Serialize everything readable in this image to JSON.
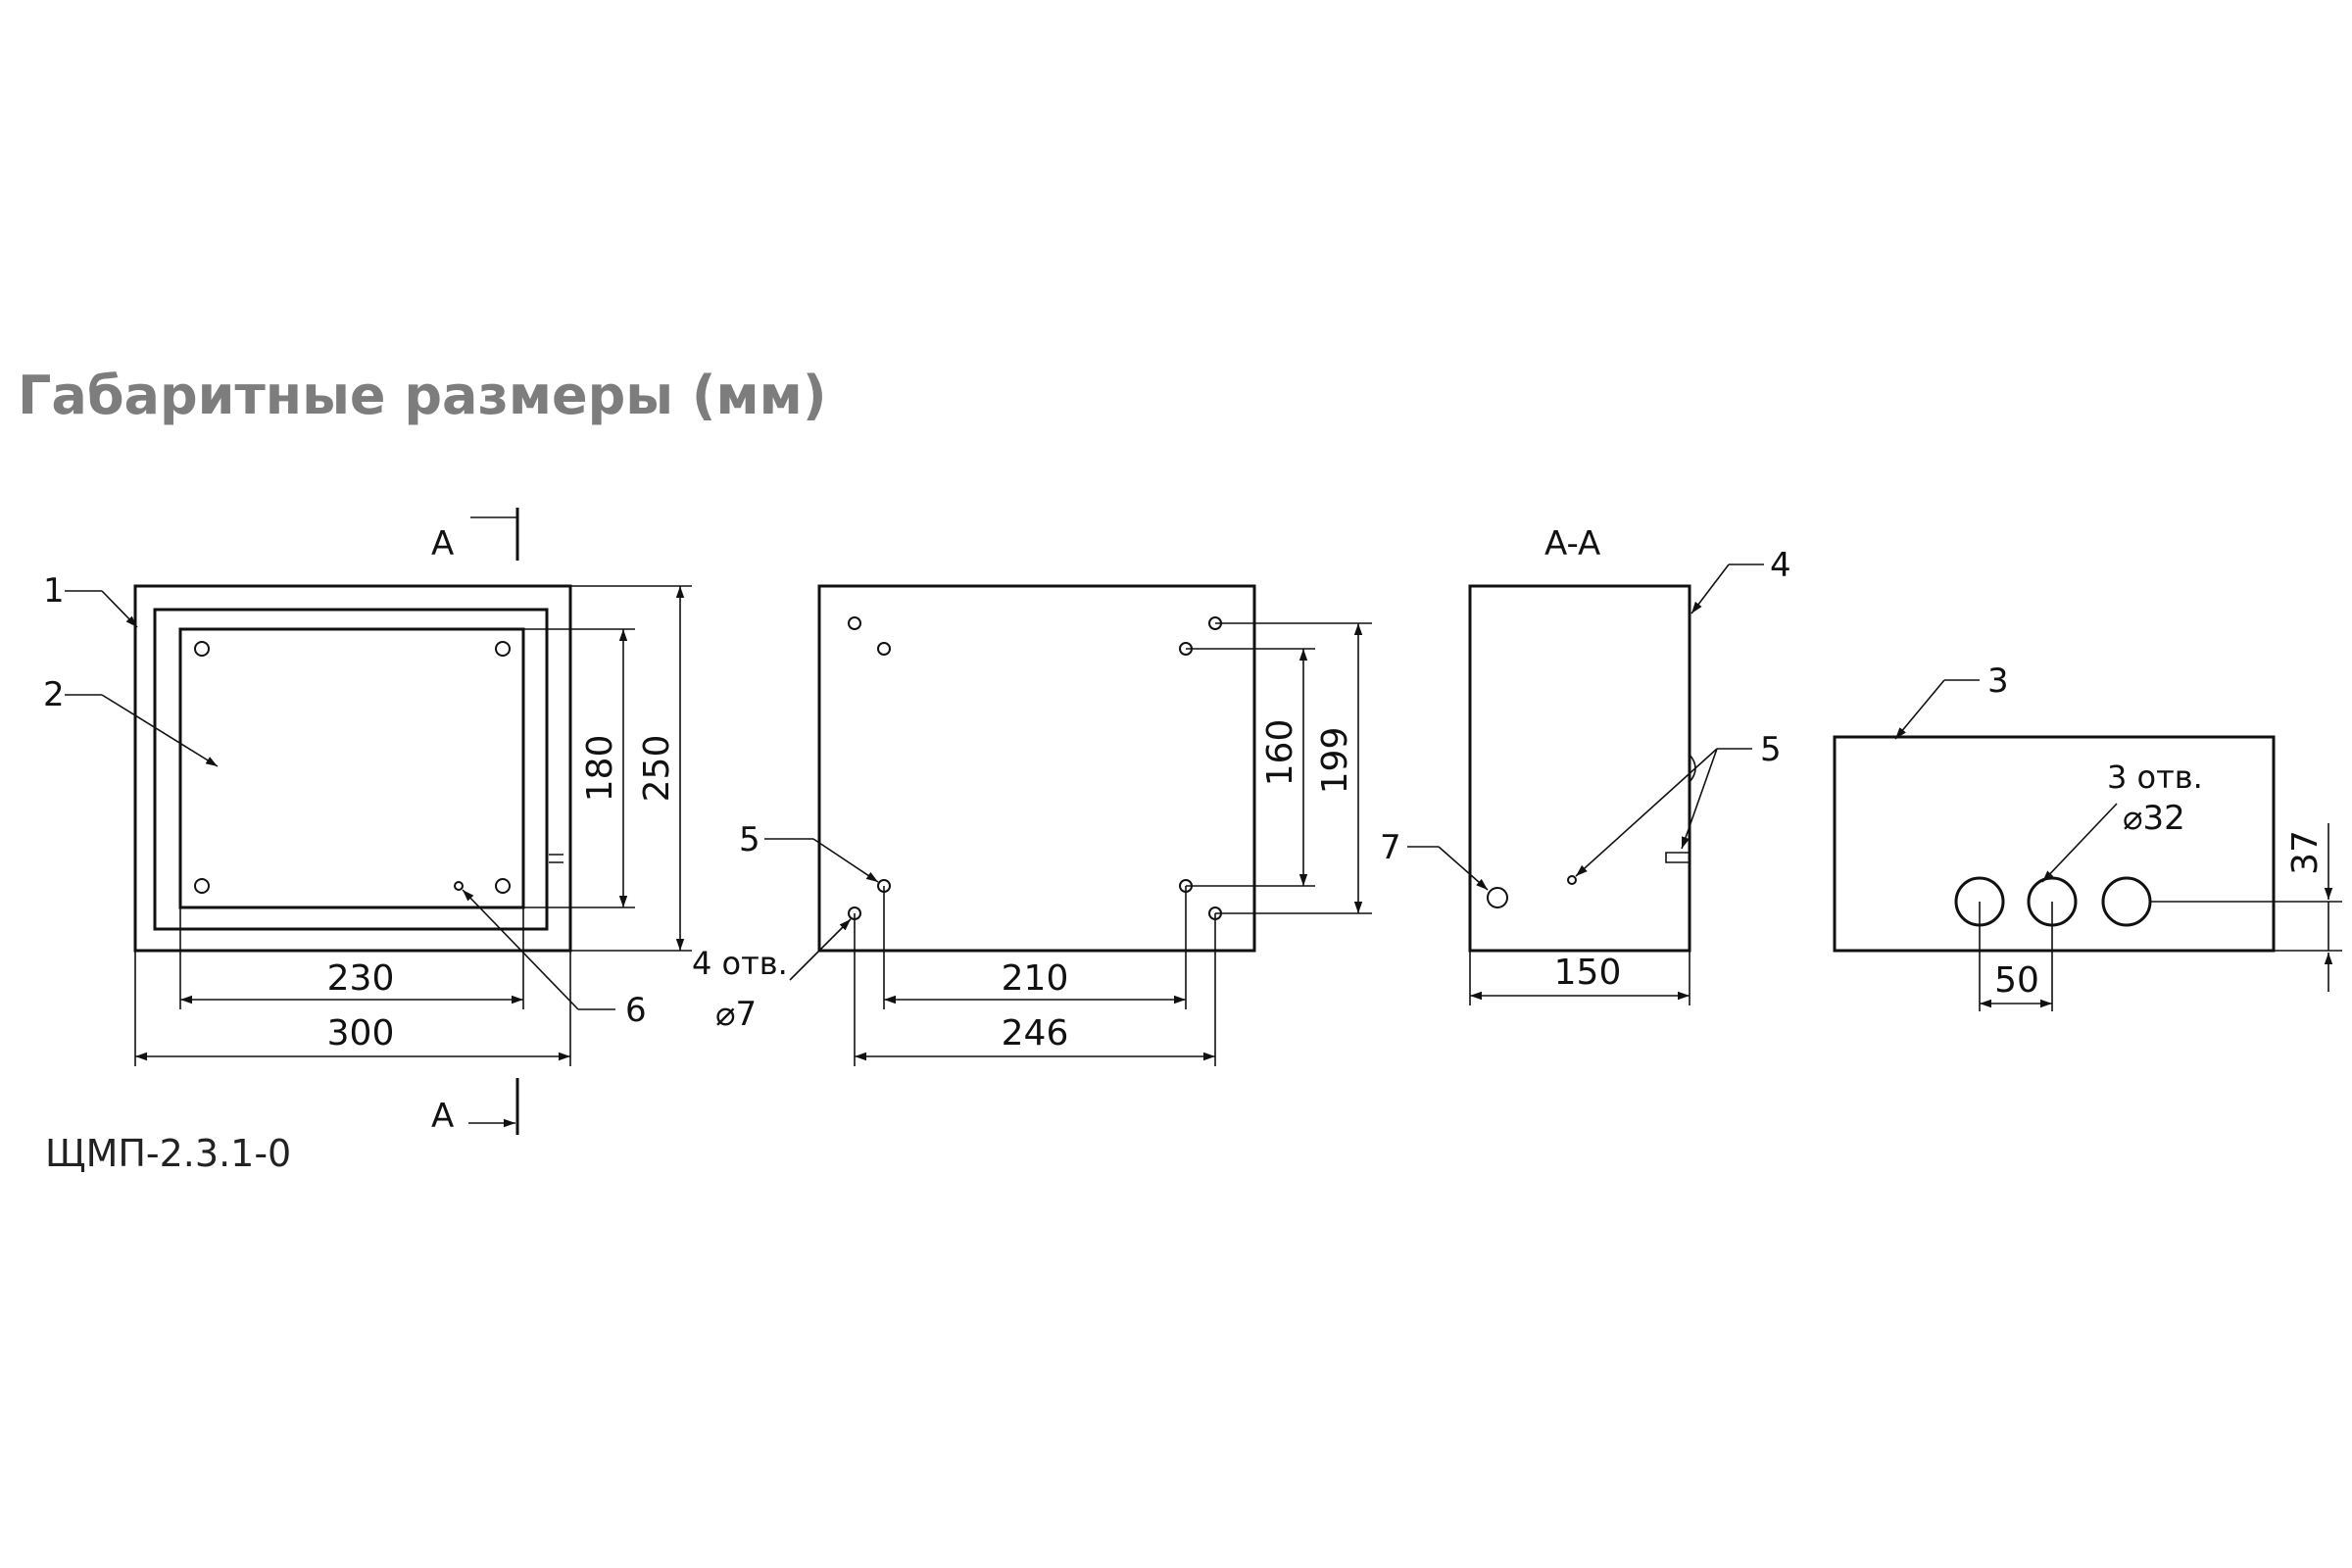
{
  "title": "Габаритные размеры (мм)",
  "model": "ЩМП-2.3.1-0",
  "colors": {
    "title": "#7d7d7d",
    "lines": "#111111"
  },
  "labels": {
    "section_mark": "A",
    "section_title": "A-A",
    "item_1": "1",
    "item_2": "2",
    "item_3": "3",
    "item_4": "4",
    "item_5": "5",
    "item_6": "6",
    "item_7": "7",
    "holes_mount": "4 отв.",
    "holes_mount_dia": "⌀7",
    "holes_entry": "3 отв.",
    "holes_entry_dia": "⌀32"
  },
  "dimensions": {
    "front_width_inner": "230",
    "front_width": "300",
    "front_height_inner": "180",
    "front_height": "250",
    "back_hole_width_inner": "210",
    "back_hole_width": "246",
    "back_hole_height_inner": "160",
    "back_hole_height": "199",
    "depth": "150",
    "hole_pitch": "50",
    "hole_offset": "37"
  }
}
